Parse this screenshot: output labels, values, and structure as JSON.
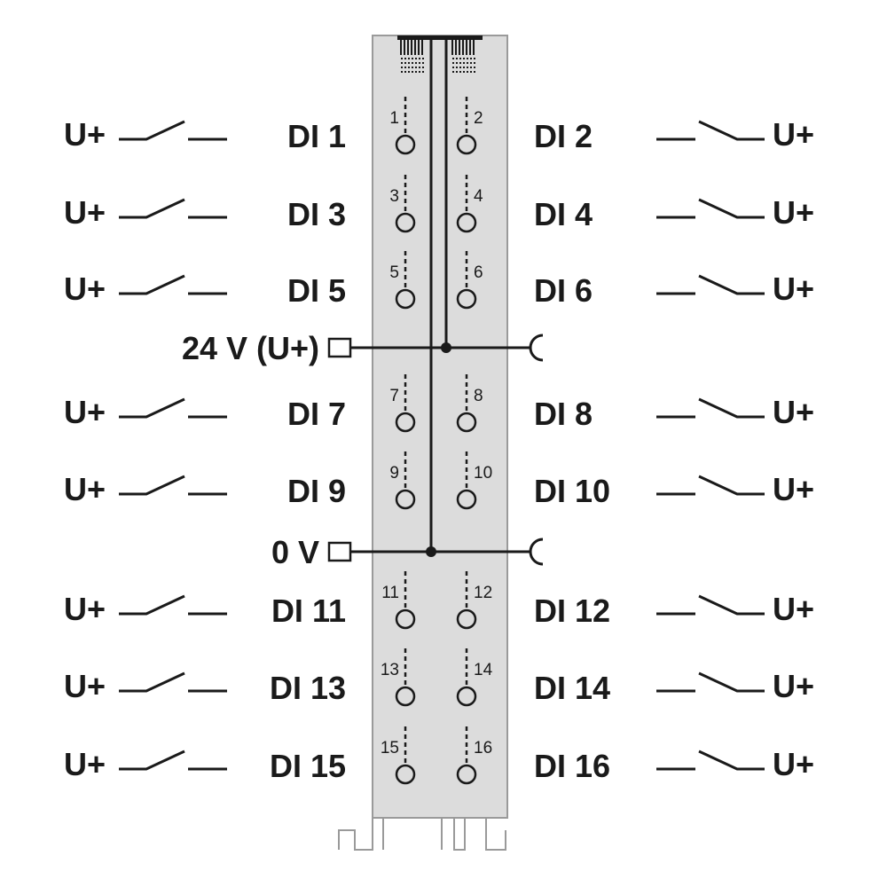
{
  "channels": [
    {
      "label": "DI 1",
      "num": "1"
    },
    {
      "label": "DI 2",
      "num": "2"
    },
    {
      "label": "DI 3",
      "num": "3"
    },
    {
      "label": "DI 4",
      "num": "4"
    },
    {
      "label": "DI 5",
      "num": "5"
    },
    {
      "label": "DI 6",
      "num": "6"
    },
    {
      "label": "DI 7",
      "num": "7"
    },
    {
      "label": "DI 8",
      "num": "8"
    },
    {
      "label": "DI 9",
      "num": "9"
    },
    {
      "label": "DI 10",
      "num": "10"
    },
    {
      "label": "DI 11",
      "num": "11"
    },
    {
      "label": "DI 12",
      "num": "12"
    },
    {
      "label": "DI 13",
      "num": "13"
    },
    {
      "label": "DI 14",
      "num": "14"
    },
    {
      "label": "DI 15",
      "num": "15"
    },
    {
      "label": "DI 16",
      "num": "16"
    }
  ],
  "supply_label": "U+",
  "bus": {
    "v24_label": "24 V (U+)",
    "v0_label": "0 V"
  },
  "colors": {
    "module": "#dcdcdc",
    "line": "#1a1a1a",
    "background": "#ffffff"
  }
}
